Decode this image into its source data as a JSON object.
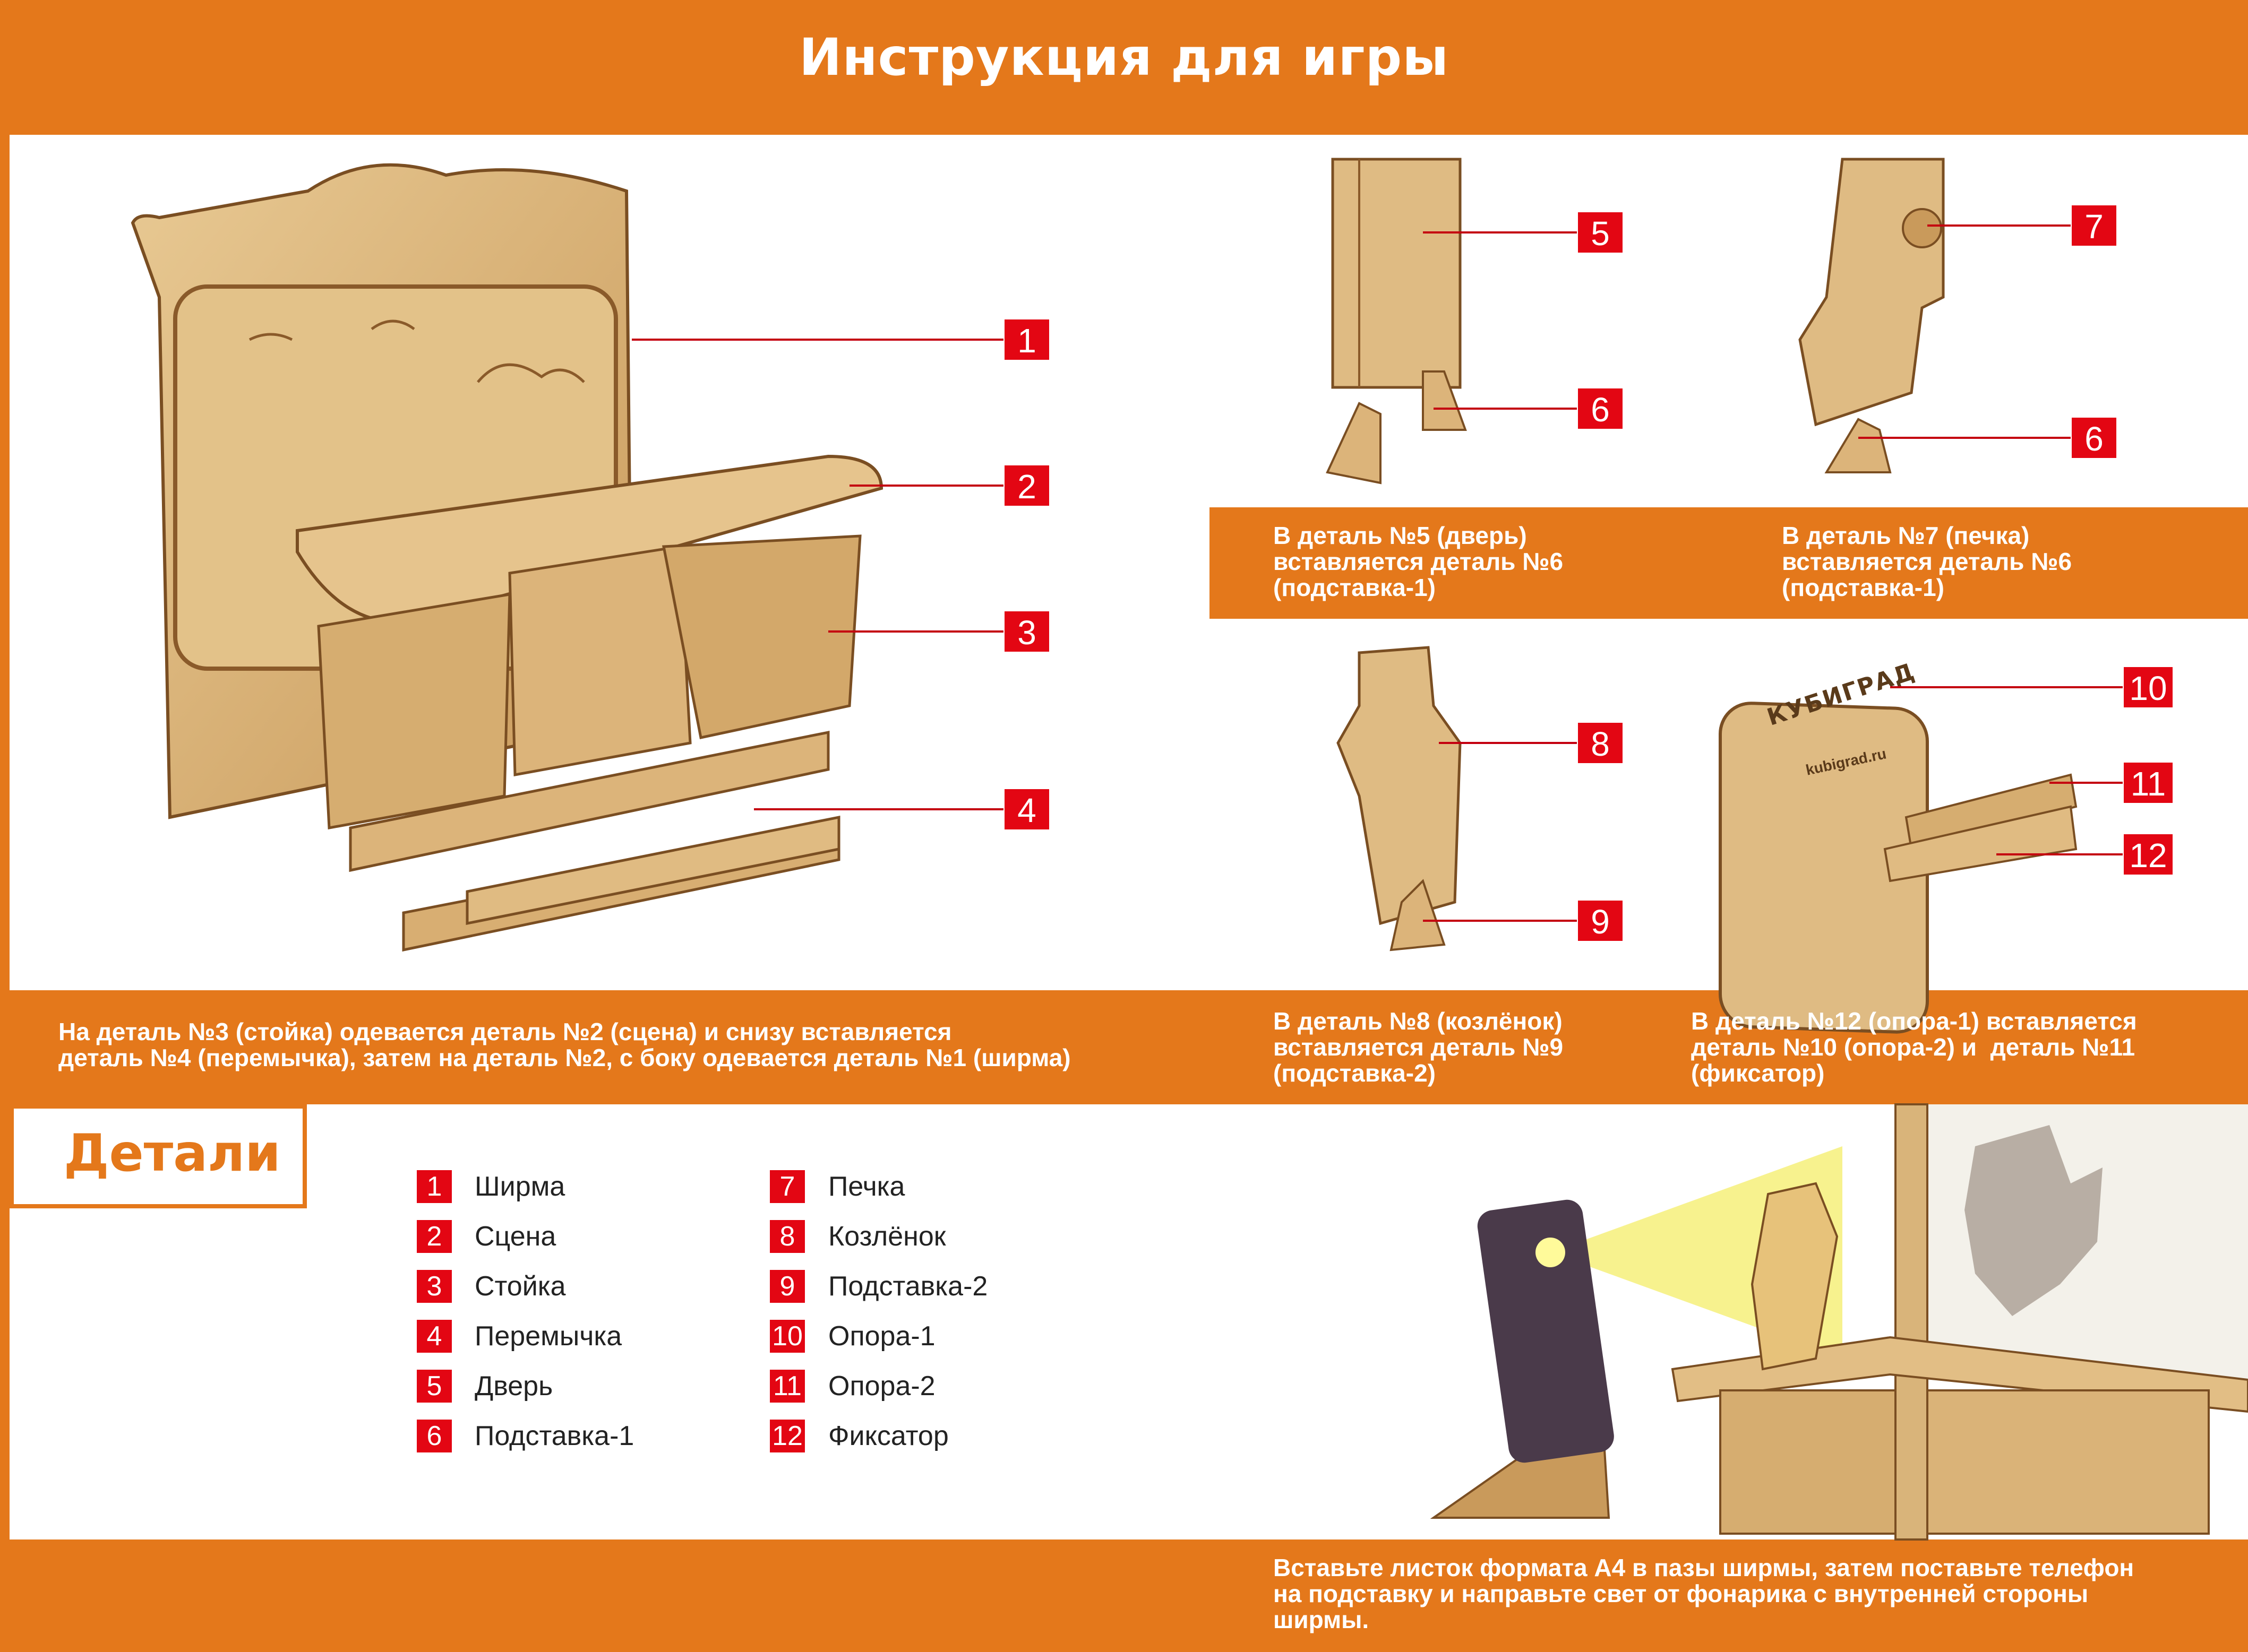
{
  "title": "Инструкция для игры",
  "callouts": {
    "c1": "1",
    "c2": "2",
    "c3": "3",
    "c4": "4",
    "c5": "5",
    "c6a": "6",
    "c7": "7",
    "c6b": "6",
    "c8": "8",
    "c9": "9",
    "c10": "10",
    "c11": "11",
    "c12": "12"
  },
  "captions": {
    "door": "В деталь №5 (дверь)\nвставляется деталь №6\n(подставка-1)",
    "stove": "В деталь №7 (печка)\nвставляется деталь №6\n(подставка-1)",
    "main": "На деталь №3 (стойка) одевается деталь №2 (сцена) и снизу вставляется\nдеталь №4 (перемычка), затем на деталь №2, с боку одевается деталь №1 (ширма)",
    "goat": "В деталь №8 (козлёнок)\nвставляется деталь №9\n(подставка-2)",
    "stand": "В деталь №12 (опора-1) вставляется\nдеталь №10 (опора-2) и  деталь №11\n(фиксатор)",
    "bottom": "Вставьте листок формата А4 в пазы ширмы, затем поставьте телефон\nна подставку и направьте свет от фонарика с внутренней стороны\nширмы."
  },
  "details_title": "Детали",
  "parts": [
    {
      "num": "1",
      "name": "Ширма"
    },
    {
      "num": "2",
      "name": "Сцена"
    },
    {
      "num": "3",
      "name": "Стойка"
    },
    {
      "num": "4",
      "name": "Перемычка"
    },
    {
      "num": "5",
      "name": "Дверь"
    },
    {
      "num": "6",
      "name": "Подставка-1"
    },
    {
      "num": "7",
      "name": "Печка"
    },
    {
      "num": "8",
      "name": "Козлёнок"
    },
    {
      "num": "9",
      "name": "Подставка-2"
    },
    {
      "num": "10",
      "name": "Опора-1"
    },
    {
      "num": "11",
      "name": "Опора-2"
    },
    {
      "num": "12",
      "name": "Фиксатор"
    }
  ],
  "logo_text": "КУБИГРАД",
  "logo_url_text": "kubigrad.ru",
  "colors": {
    "accent": "#e4781b",
    "callout": "#e30613",
    "wood": "#d9b47a",
    "wood_dark": "#b88a4e"
  }
}
